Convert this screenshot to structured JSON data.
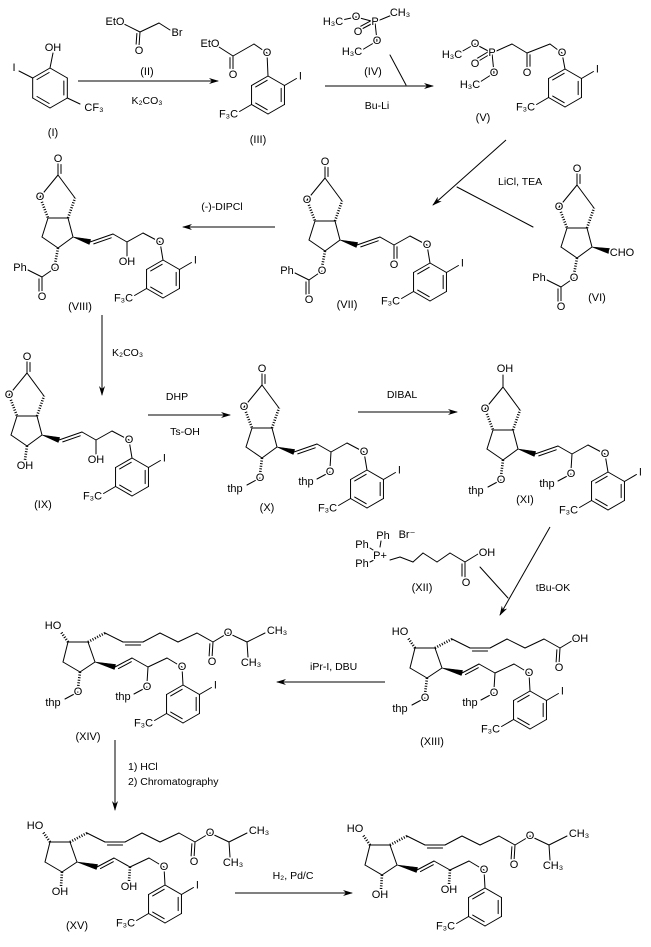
{
  "atoms": {
    "O": "O",
    "OH": "OH",
    "HO": "HO",
    "I": "I",
    "CF3": "CF₃",
    "F3C": "F₃C",
    "EtO": "EtO",
    "Br": "Br",
    "H3C": "H₃C",
    "CH3": "CH₃",
    "P": "P",
    "Ph": "Ph",
    "CHO": "CHO",
    "thp": "thp",
    "Pplus": "P+",
    "Br_minus": "Br⁻"
  },
  "compounds": {
    "I": "(I)",
    "II": "(II)",
    "III": "(III)",
    "IV": "(IV)",
    "V": "(V)",
    "VI": "(VI)",
    "VII": "(VII)",
    "VIII": "(VIII)",
    "IX": "(IX)",
    "X": "(X)",
    "XI": "(XI)",
    "XII": "(XII)",
    "XIII": "(XIII)",
    "XIV": "(XIV)",
    "XV": "(XV)"
  },
  "reagents": {
    "step1": "K₂CO₃",
    "step2": "Bu-Li",
    "step3": "LiCl,  TEA",
    "step4": "(-)-DIPCl",
    "step5": "K₂CO₃",
    "step6a": "DHP",
    "step6b": "Ts-OH",
    "step7": "DIBAL",
    "step8": "tBu-OK",
    "step9": "iPr-I,  DBU",
    "step10a": "1)  HCl",
    "step10b": "2) Chromatography",
    "step11": "H₂,  Pd/C"
  }
}
